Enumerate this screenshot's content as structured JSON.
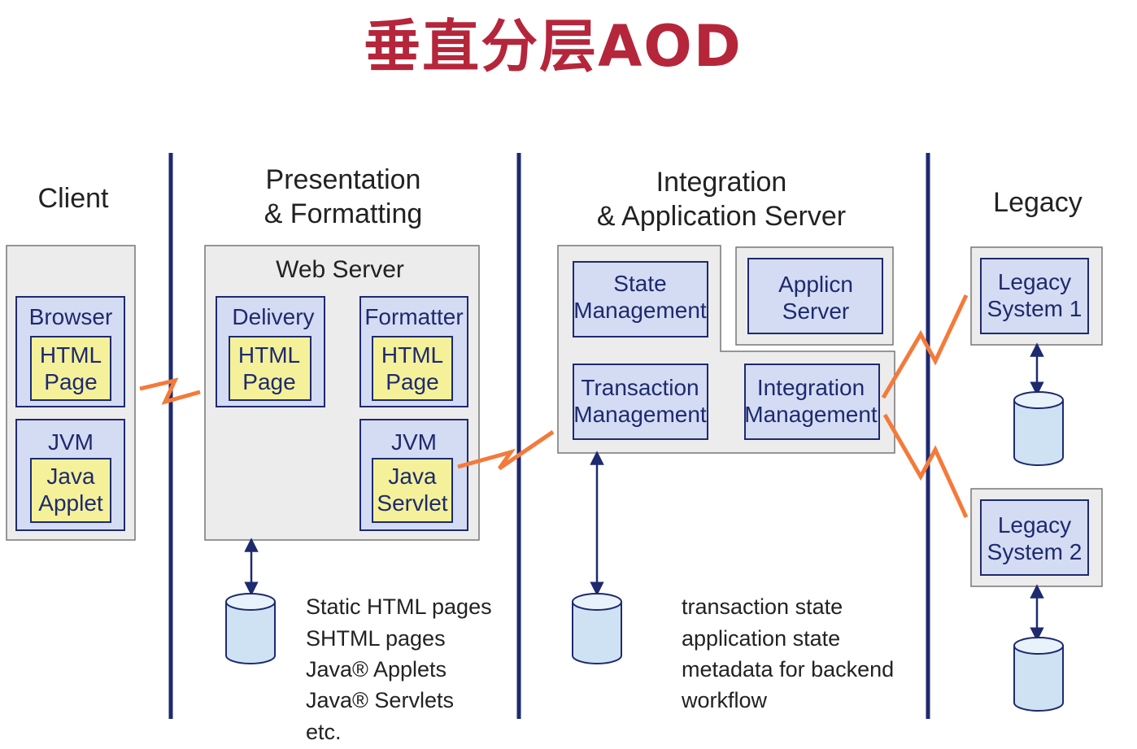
{
  "title": "垂直分层AOD",
  "columns": {
    "client": "Client",
    "presentation": [
      "Presentation",
      "& Formatting"
    ],
    "integration": [
      "Integration",
      "& Application Server"
    ],
    "legacy": "Legacy"
  },
  "web_server": {
    "title": "Web Server",
    "delivery": "Delivery",
    "formatter": "Formatter",
    "jvm": "JVM",
    "html_page": [
      "HTML",
      "Page"
    ],
    "java_servlet": [
      "Java",
      "Servlet"
    ]
  },
  "client": {
    "browser": "Browser",
    "html_page": [
      "HTML",
      "Page"
    ],
    "jvm": "JVM",
    "java_applet": [
      "Java",
      "Applet"
    ]
  },
  "app_server": {
    "state_management": [
      "State",
      "Management"
    ],
    "applicn_server": [
      "Applicn",
      "Server"
    ],
    "transaction_management": [
      "Transaction",
      "Management"
    ],
    "integration_management": [
      "Integration",
      "Management"
    ]
  },
  "legacy": {
    "system1": [
      "Legacy",
      "System 1"
    ],
    "system2": [
      "Legacy",
      "System 2"
    ]
  },
  "notes": {
    "presentation": [
      "Static HTML pages",
      "SHTML pages",
      "Java® Applets",
      "Java® Servlets",
      "etc."
    ],
    "integration": [
      "transaction state",
      "application state",
      "metadata for backend",
      "workflow"
    ]
  },
  "colors": {
    "title": "#b5263b",
    "divider": "#1e2a6e",
    "panel_fill": "#ececec",
    "box_fill": "#d4dcf4",
    "box_border": "#1e2a6e",
    "inner_fill": "#f4f19a",
    "lightning": "#f47a3a",
    "db_fill": "#cfe2f3"
  }
}
